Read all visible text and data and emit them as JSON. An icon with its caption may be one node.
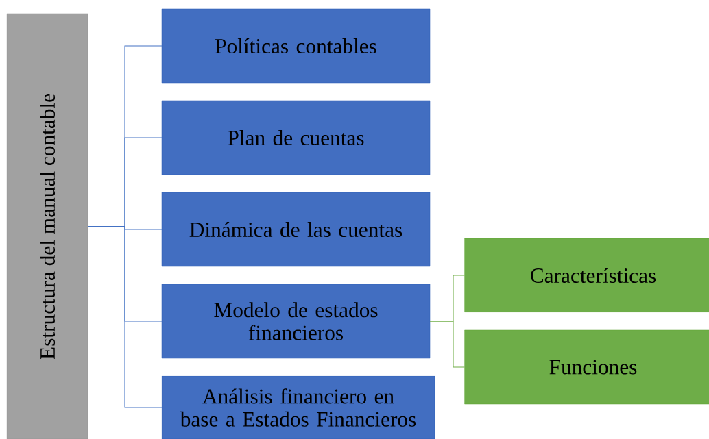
{
  "diagram": {
    "nodes": [
      {
        "text": [
          "Estructura del manual contable"
        ]
      },
      {
        "text": [
          "Políticas contables"
        ]
      },
      {
        "text": [
          "Plan de cuentas"
        ]
      },
      {
        "text": [
          "Dinámica de las cuentas"
        ]
      },
      {
        "text": [
          "Modelo de estados financieros"
        ]
      },
      {
        "text": [
          "Análisis financiero en base a Estados Financieros"
        ]
      },
      {
        "text": [
          "Características"
        ]
      },
      {
        "text": [
          "Funciones"
        ]
      }
    ],
    "edges": [
      {
        "from": 0,
        "to": 1,
        "arrow": "none"
      },
      {
        "from": 0,
        "to": 2,
        "arrow": "none"
      },
      {
        "from": 0,
        "to": 3,
        "arrow": "none"
      },
      {
        "from": 0,
        "to": 4,
        "arrow": "none"
      },
      {
        "from": 0,
        "to": 5,
        "arrow": "none"
      },
      {
        "from": 4,
        "to": 6,
        "arrow": "none",
        "color": "#70ad47"
      },
      {
        "from": 4,
        "to": 7,
        "arrow": "none",
        "color": "#70ad47"
      }
    ]
  }
}
